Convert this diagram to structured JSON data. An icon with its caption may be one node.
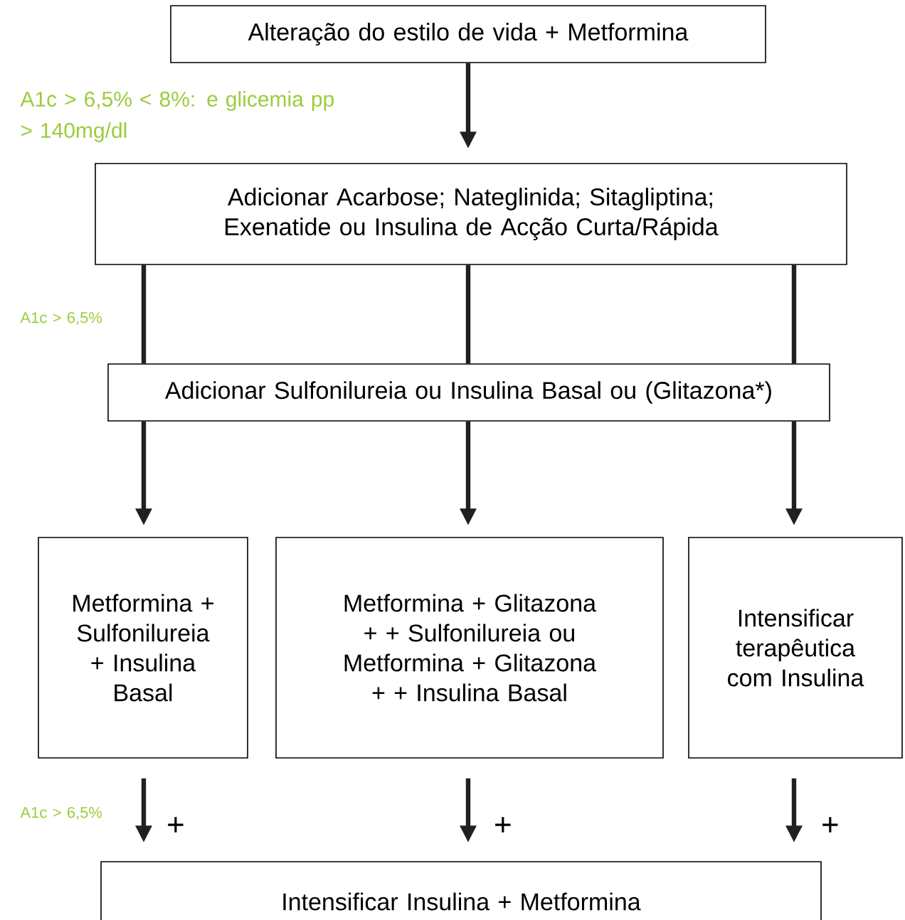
{
  "diagram": {
    "nodes": [
      {
        "text": [
          "Alteração do estilo de vida + Metformina"
        ]
      },
      {
        "text": [
          "Adicionar Acarbose; Nateglinida; Sitagliptina; Exenatide ou Insulina de Acção Curta/Rápida"
        ]
      },
      {
        "text": [
          "Adicionar Sulfonilureia ou Insulina Basal ou (Glitazona*)"
        ]
      },
      {
        "text": [
          "Metformina + Sulfonilureia + Insulina Basal"
        ]
      },
      {
        "text": [
          "Metformina + Glitazona + + Sulfonilureia ou Metformina + Glitazona + + Insulina Basal"
        ]
      },
      {
        "text": [
          "Intensificar terapêutica com Insulina"
        ]
      },
      {
        "text": [
          "Intensificar Insulina + Metformina"
        ]
      }
    ],
    "edges": [
      {
        "from": 0,
        "to": 1,
        "arrow": "to"
      },
      {
        "from": 1,
        "to": 2,
        "arrow": "none"
      },
      {
        "from": 1,
        "to": 2,
        "arrow": "none"
      },
      {
        "from": 1,
        "to": 2,
        "arrow": "none"
      },
      {
        "from": 2,
        "to": 3,
        "arrow": "to"
      },
      {
        "from": 2,
        "to": 4,
        "arrow": "to"
      },
      {
        "from": 2,
        "to": 5,
        "arrow": "to"
      },
      {
        "from": 3,
        "to": 6,
        "arrow": "to"
      },
      {
        "from": 4,
        "to": 6,
        "arrow": "to"
      },
      {
        "from": 5,
        "to": 6,
        "arrow": "to"
      }
    ],
    "labels": [
      "A1c > 6,5% < 8%: e glicemia pp > 140mg/dl",
      "A1c > 6,5%",
      "A1c > 6,5%",
      "+",
      "+",
      "+"
    ]
  }
}
